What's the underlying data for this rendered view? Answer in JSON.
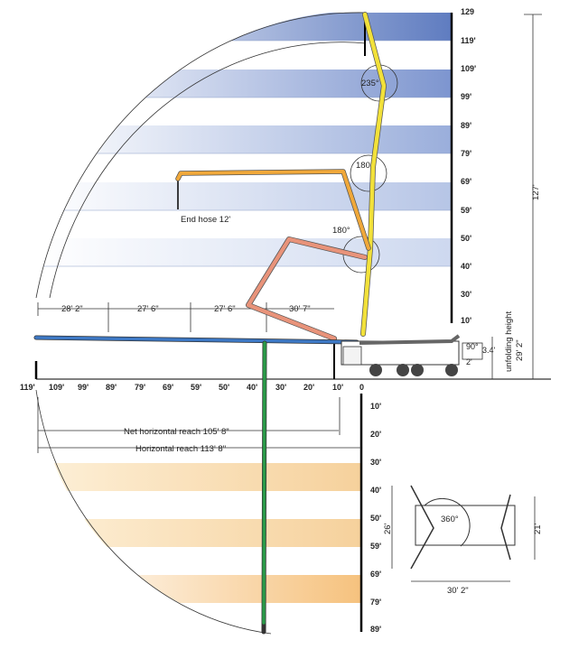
{
  "right_scale_above": [
    "129",
    "119'",
    "109'",
    "99'",
    "89'",
    "79'",
    "69'",
    "59'",
    "50'",
    "40'",
    "30'",
    "10'"
  ],
  "right_scale_below": [
    "10'",
    "20'",
    "30'",
    "40'",
    "50'",
    "59'",
    "69'",
    "79'",
    "89'"
  ],
  "bottom_scale": [
    "119'",
    "109'",
    "99'",
    "89'",
    "79'",
    "69'",
    "59'",
    "50'",
    "40'",
    "30'",
    "20'",
    "10'",
    "0"
  ],
  "dimensions": {
    "total_height": "127'",
    "unfolding_height_label": "unfolding height",
    "unfolding_height_value": "29' 2\"",
    "seg1": "28' 2\"",
    "seg2": "27' 6\"",
    "seg3": "27' 6\"",
    "seg4": "30' 7\"",
    "net_reach": "Net horizontal reach 105' 8\"",
    "horizontal_reach": "Horizontal reach 113' 8\"",
    "end_hose": "End hose 12'",
    "angle1": "235°",
    "angle2": "180°",
    "angle3": "180°",
    "truck_angle": "90°",
    "truck_dim1": "3.4'",
    "truck_dim2": "2'"
  },
  "outrigger_plan": {
    "rotation": "360°",
    "width": "26'",
    "depth": "21'",
    "length": "30' 2\""
  },
  "colors": {
    "blue_band": "#6d86c4",
    "peach_band": "#f7c98a",
    "boom_yellow": "#f2e13a",
    "boom_orange": "#f0a83a",
    "boom_salmon": "#e8937a",
    "boom_blue": "#3d78c4",
    "boom_green": "#2a9a48"
  }
}
